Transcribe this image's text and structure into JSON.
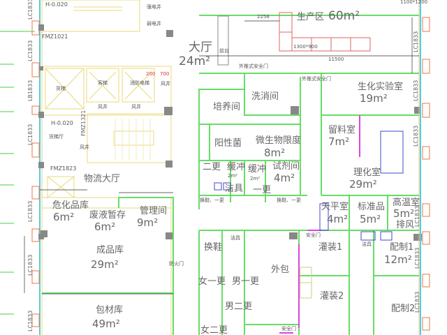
{
  "plan": {
    "rooms": {
      "hall": {
        "name": "大厅",
        "area": "24m²"
      },
      "production": {
        "name": "生产区",
        "area": "60m²"
      },
      "wash": {
        "name": "洗消间"
      },
      "culture": {
        "name": "培养间"
      },
      "positive": {
        "name": "阳性菌"
      },
      "micro": {
        "name": "微生物限度",
        "area": "8m²"
      },
      "biochem": {
        "name": "生化实验室",
        "area": "19m²"
      },
      "sample": {
        "name": "留料室",
        "area": "7m²"
      },
      "physchem": {
        "name": "理化室",
        "area": "29m²"
      },
      "reagent": {
        "name": "试剂间",
        "area": "4m²"
      },
      "buffer": {
        "name": "缓冲",
        "area": "2m²"
      },
      "buffer2": {
        "name": "缓冲",
        "area": "2m²"
      },
      "change1": {
        "name": "一更"
      },
      "change1b": {
        "name": "二更"
      },
      "logistics": {
        "name": "物流大厅"
      },
      "hazard": {
        "name": "危化品库",
        "area": "6m²"
      },
      "waste": {
        "name": "废液暂存",
        "area": "6m²"
      },
      "admin": {
        "name": "管理间",
        "area": "9m²"
      },
      "finished": {
        "name": "成品库",
        "area": "29m²"
      },
      "packing": {
        "name": "包材库",
        "area": "49m²"
      },
      "balance": {
        "name": "天平室",
        "area": "4m²"
      },
      "standard": {
        "name": "标准品",
        "area": "5m²"
      },
      "hightemp": {
        "name": "高温室",
        "area": "5m²",
        "note": "排风"
      },
      "shoes": {
        "name": "换鞋"
      },
      "cleaning": {
        "name": "洁具"
      },
      "cleaning2": {
        "name": "洁具"
      },
      "cleaning3": {
        "name": "洁具"
      },
      "outer": {
        "name": "外包"
      },
      "fill1": {
        "name": "灌装1"
      },
      "fill2": {
        "name": "灌装2"
      },
      "mix1": {
        "name": "配制1",
        "area": "12m²"
      },
      "mix2": {
        "name": "配制2"
      },
      "f1": {
        "name": "女一更"
      },
      "m1": {
        "name": "男一更"
      },
      "m2": {
        "name": "男二更"
      },
      "f2": {
        "name": "女二更"
      },
      "lobby_elev": {
        "name": "货梯厅"
      },
      "freight_elev": {
        "name": "货梯"
      },
      "passenger_elev": {
        "name": "客梯"
      },
      "fire_elev": {
        "name": "消防电梯"
      },
      "strong_shaft": {
        "name": "强电井"
      },
      "weak_shaft": {
        "name": "弱电井"
      }
    },
    "labels": {
      "level1": "H-0.020",
      "level2": "H-0.020",
      "door_fmz1021": "FMZ1021",
      "door_fmz1823": "FMZ1823",
      "door_fmz1321": "FMZ1321",
      "win_lc1": "LC1833",
      "win_lc2": "LC1833",
      "win_lb": "LB1833",
      "win_lc3": "LC1833",
      "win_lc4": "LC1833",
      "win_lc5": "LC1833",
      "win_lc6": "LC1833",
      "win_r1": "LC1833",
      "win_r2": "LC1833",
      "win_r3": "LC1833",
      "win_r4": "LC1833",
      "win_r5": "LC1833",
      "win_r6": "LC1833",
      "shaft1": "风井",
      "shaft2": "风井",
      "shaft3": "风井",
      "shaft4": "风井",
      "safety_door1": "外推式安全门",
      "safety_door2": "外推式安全门",
      "safety_door3": "安全门",
      "safety_door4": "安全门",
      "fire_door": "防火门",
      "table_size": "1300*900",
      "table_size2": "1100*1200",
      "dim_2256": "2256",
      "dim_11500": "11500",
      "dim_200": "200",
      "dim_700": "700",
      "reception": "前台",
      "change_shoes": "换鞋、一更",
      "change_shoes2": "换鞋、一更"
    }
  }
}
